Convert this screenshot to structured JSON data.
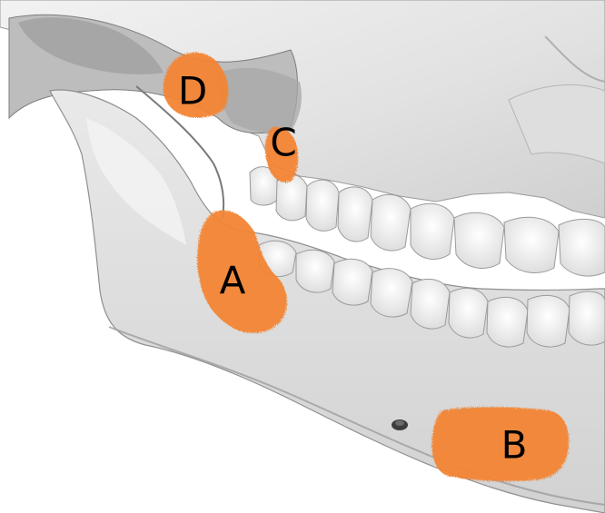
{
  "zones": [
    {
      "id": "A",
      "label": "A"
    },
    {
      "id": "B",
      "label": "B"
    },
    {
      "id": "C",
      "label": "C"
    },
    {
      "id": "D",
      "label": "D"
    }
  ],
  "colors": {
    "highlight": "#f28433",
    "bone_light": "#ededed",
    "bone_mid": "#d4d4d4",
    "bone_shadow": "#8a8a8a",
    "background": "#ffffff"
  }
}
